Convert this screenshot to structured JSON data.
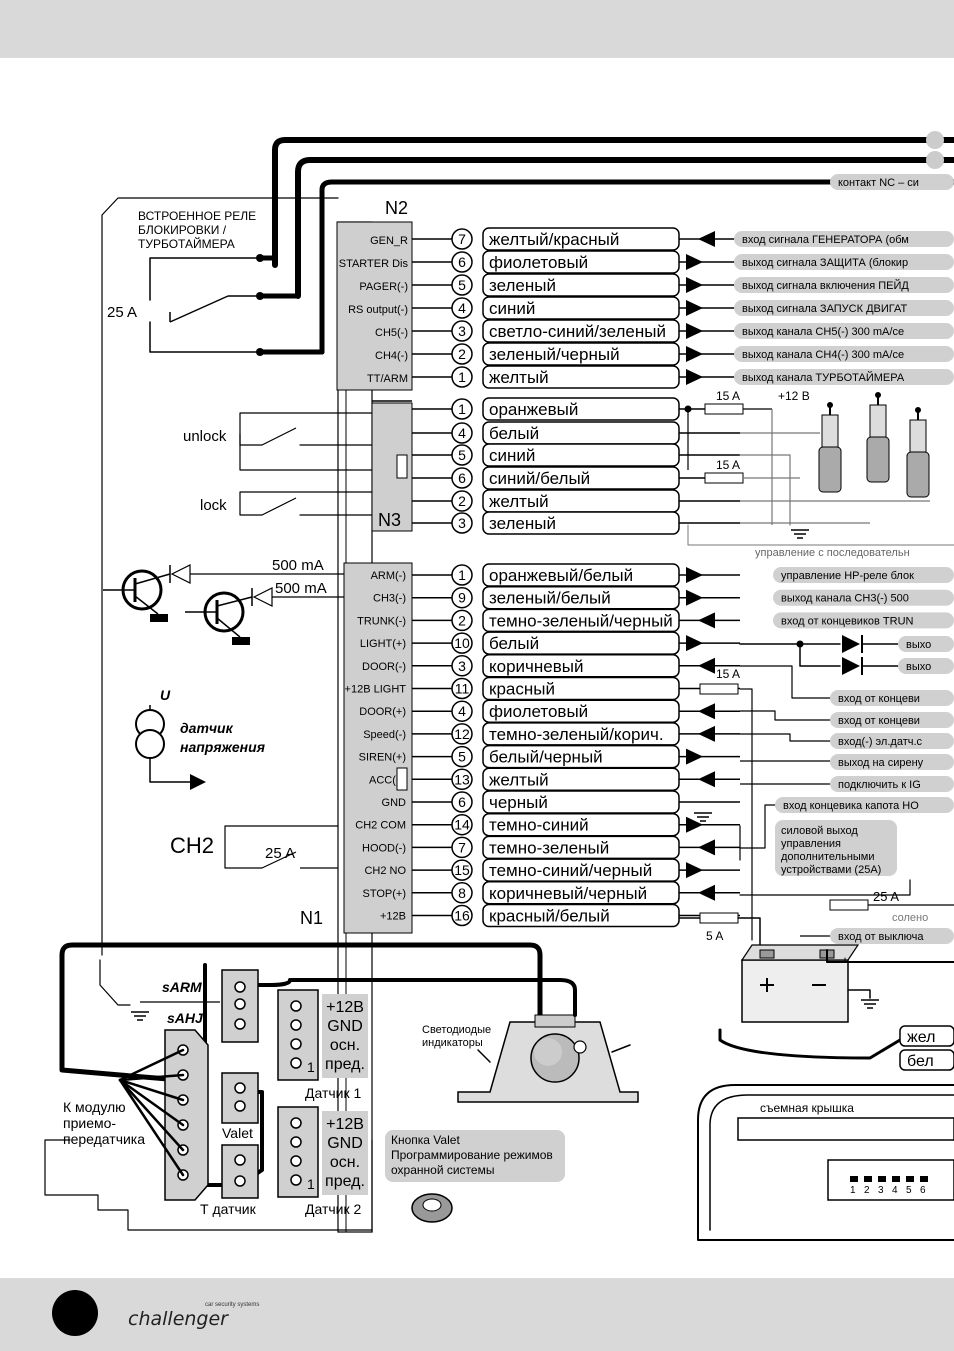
{
  "relay": {
    "title_lines": [
      "ВСТРОЕННОЕ РЕЛЕ",
      "БЛОКИРОВКИ /",
      "ТУРБОТАЙМЕРА"
    ],
    "fuse": "25 A"
  },
  "top_contact": "контакт NC – си",
  "n2": {
    "label": "N2",
    "rows": [
      {
        "pin": "GEN_R",
        "num": "7",
        "wire": "желтый/красный",
        "dir": "in",
        "desc": "вход сигнала ГЕНЕРАТОРА (обм"
      },
      {
        "pin": "STARTER Dis",
        "num": "6",
        "wire": "фиолетовый",
        "dir": "out",
        "desc": "выход сигнала ЗАЩИТА (блокир"
      },
      {
        "pin": "PAGER(-)",
        "num": "5",
        "wire": "зеленый",
        "dir": "out",
        "desc": "выход сигнала включения ПЕЙД"
      },
      {
        "pin": "RS output(-)",
        "num": "4",
        "wire": "синий",
        "dir": "out",
        "desc": "выход сигнала ЗАПУСК ДВИГАТ"
      },
      {
        "pin": "CH5(-)",
        "num": "3",
        "wire": "светло-синий/зеленый",
        "dir": "out",
        "desc": "выход канала CH5(-) 300 mA/се"
      },
      {
        "pin": "CH4(-)",
        "num": "2",
        "wire": "зеленый/черный",
        "dir": "out",
        "desc": "выход канала CH4(-) 300 mA/се"
      },
      {
        "pin": "TT/ARM",
        "num": "1",
        "wire": "желтый",
        "dir": "out",
        "desc": "выход канала ТУРБОТАЙМЕРА"
      }
    ]
  },
  "n3": {
    "label": "N3",
    "rows": [
      {
        "num": "1",
        "wire": "оранжевый"
      },
      {
        "num": "4",
        "wire": "белый"
      },
      {
        "num": "5",
        "wire": "синий"
      },
      {
        "num": "6",
        "wire": "синий/белый"
      },
      {
        "num": "2",
        "wire": "желтый"
      },
      {
        "num": "3",
        "wire": "зеленый"
      }
    ],
    "unlock": "unlock",
    "lock": "lock",
    "fuse_a": "15 A",
    "fuse_b": "15 A",
    "plus12": "+12 В",
    "note": "управление с последовательн"
  },
  "transistors": {
    "ma1": "500 mA",
    "ma2": "500 mA"
  },
  "voltage_sensor": {
    "u": "U",
    "line1": "датчик",
    "line2": "напряжения"
  },
  "ch2": {
    "label": "CH2",
    "fuse": "25 A"
  },
  "n1": {
    "label": "N1",
    "rows": [
      {
        "pin": "ARM(-)",
        "num": "1",
        "wire": "оранжевый/белый",
        "dir": "out",
        "desc": "управление НР-реле блок"
      },
      {
        "pin": "CH3(-)",
        "num": "9",
        "wire": "зеленый/белый",
        "dir": "out",
        "desc": "выход канала CH3(-) 500"
      },
      {
        "pin": "TRUNK(-)",
        "num": "2",
        "wire": "темно-зеленый/черный",
        "dir": "in",
        "desc": "вход от концевиков TRUN"
      },
      {
        "pin": "LIGHT(+)",
        "num": "10",
        "wire": "белый",
        "dir": "out",
        "desc": ""
      },
      {
        "pin": "DOOR(-)",
        "num": "3",
        "wire": "коричневый",
        "dir": "in",
        "desc": ""
      },
      {
        "pin": "+12B LIGHT",
        "num": "11",
        "wire": "красный",
        "dir": "none",
        "desc": ""
      },
      {
        "pin": "DOOR(+)",
        "num": "4",
        "wire": "фиолетовый",
        "dir": "in",
        "desc": ""
      },
      {
        "pin": "Speed(-)",
        "num": "12",
        "wire": "темно-зеленый/корич.",
        "dir": "in",
        "desc": ""
      },
      {
        "pin": "SIREN(+)",
        "num": "5",
        "wire": "белый/черный",
        "dir": "out",
        "desc": ""
      },
      {
        "pin": "ACC(+)",
        "num": "13",
        "wire": "желтый",
        "dir": "in",
        "desc": ""
      },
      {
        "pin": "GND",
        "num": "6",
        "wire": "черный",
        "dir": "none",
        "desc": ""
      },
      {
        "pin": "CH2 COM",
        "num": "14",
        "wire": "темно-синий",
        "dir": "out",
        "desc": ""
      },
      {
        "pin": "HOOD(-)",
        "num": "7",
        "wire": "темно-зеленый",
        "dir": "in",
        "desc": ""
      },
      {
        "pin": "CH2 NO",
        "num": "15",
        "wire": "темно-синий/черный",
        "dir": "out",
        "desc": ""
      },
      {
        "pin": "STOP(+)",
        "num": "8",
        "wire": "коричневый/черный",
        "dir": "in",
        "desc": ""
      },
      {
        "pin": "+12B",
        "num": "16",
        "wire": "красный/белый",
        "dir": "none",
        "desc": ""
      }
    ],
    "light_out1": "выхо",
    "light_out2": "выхо",
    "fuse_light": "15 A",
    "door_in1": "вход от концеви",
    "door_in2": "вход от концеви",
    "speed_in": "вход(-) эл.датч.с",
    "siren_out": "выход на сирену",
    "acc_in": "подключить к IG",
    "hood_in": "вход концевика капота НО",
    "power_out": [
      "силовой выход",
      "управления",
      "дополнительными",
      "устройствами (25А)"
    ],
    "fuse_stop": "25 A",
    "solen": "солено",
    "brake_in": "вход от выключа",
    "fuse_main": "5 A"
  },
  "lower": {
    "sarm": "sARM",
    "sahj": "sAHJ",
    "transceiver": [
      "К модулю",
      "приемо-",
      "передатчика"
    ],
    "valet": "Valet",
    "t_sensor": "Т датчик",
    "sensor1": {
      "lines": [
        "+12В",
        "GND",
        "осн.",
        "пред."
      ],
      "one": "1",
      "name": "Датчик 1"
    },
    "sensor2": {
      "lines": [
        "+12В",
        "GND",
        "осн.",
        "пред."
      ],
      "one": "1",
      "name": "Датчик 2"
    },
    "led_label": [
      "Светодиодые",
      "индикаторы"
    ],
    "valet_button": [
      "Кнопка Valet",
      "Программирование режимов",
      "охранной системы"
    ],
    "cover": "съемная крышка",
    "pins": [
      "1",
      "2",
      "3",
      "4",
      "5",
      "6"
    ],
    "wire_yellow": "жел",
    "wire_white": "бел"
  },
  "footer": {
    "brand": "challenger",
    "tagline": "car security systems"
  }
}
